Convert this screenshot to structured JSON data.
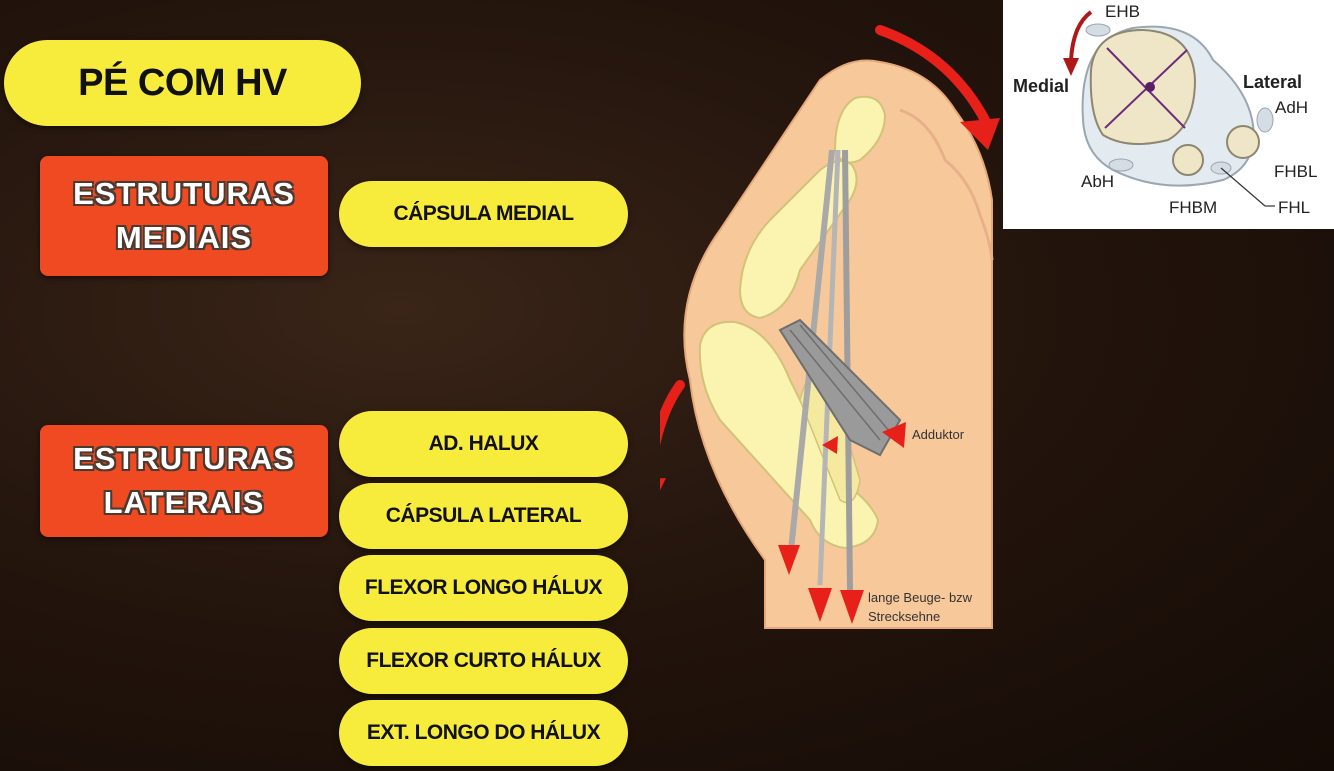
{
  "title": "PÉ COM HV",
  "medial": {
    "heading_line1": "ESTRUTURAS",
    "heading_line2": "MEDIAIS",
    "items": [
      "CÁPSULA MEDIAL"
    ]
  },
  "lateral": {
    "heading_line1": "ESTRUTURAS",
    "heading_line2": "LATERAIS",
    "items": [
      "AD. HALUX",
      "CÁPSULA LATERAL",
      "FLEXOR LONGO HÁLUX",
      "FLEXOR CURTO HÁLUX",
      "EXT. LONGO DO HÁLUX"
    ]
  },
  "foot_diagram": {
    "adductor_label": "Adduktor",
    "tendon_label_line1": "lange Beuge- bzw",
    "tendon_label_line2": "Strecksehne"
  },
  "inset": {
    "ehb": "EHB",
    "medial": "Medial",
    "lateral": "Lateral",
    "adh": "AdH",
    "abh": "AbH",
    "fhbl": "FHBL",
    "fhbm": "FHBM",
    "fhl": "FHL"
  },
  "colors": {
    "pill": "#f7ec3b",
    "red_box": "#f04a22",
    "arrow": "#e8201a",
    "skin": "#f7c89a",
    "bone": "#fbf3b0"
  }
}
